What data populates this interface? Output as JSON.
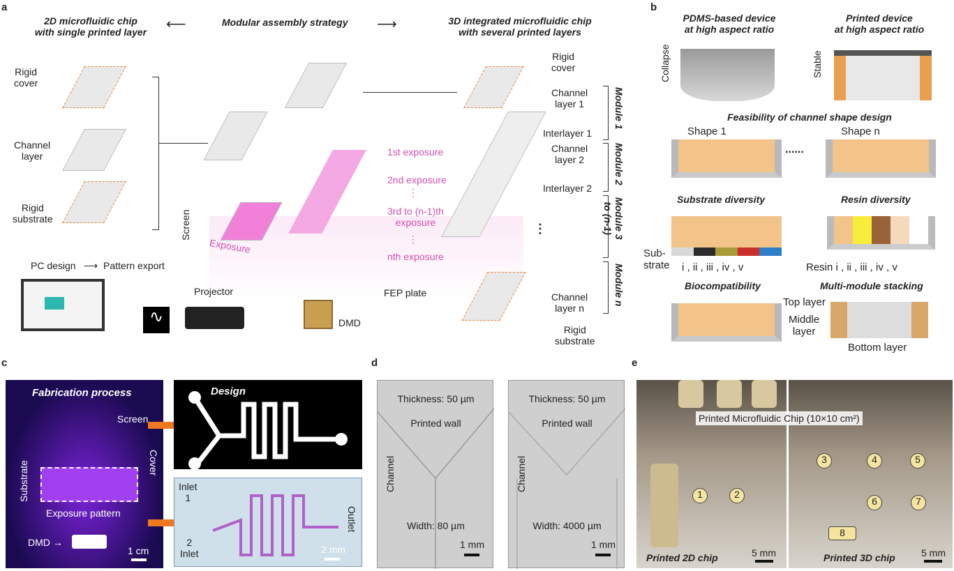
{
  "panels": {
    "a": "a",
    "b": "b",
    "c": "c",
    "d": "d",
    "e": "e"
  },
  "a": {
    "left_title": "2D microfluidic chip\nwith single printed layer",
    "center_title": "Modular assembly strategy",
    "right_title": "3D integrated microfluidic chip\nwith several printed layers",
    "rigid_cover": "Rigid\ncover",
    "channel_layer": "Channel\nlayer",
    "rigid_substrate": "Rigid\nsubstrate",
    "screen": "Screen",
    "exposure": "Exposure",
    "exp1": "1st exposure",
    "exp2": "2nd exposure",
    "exp3": "3rd to (n-1)th\nexposure",
    "expn": "nth exposure",
    "vdots": "⋮",
    "fep": "FEP plate",
    "pc": "PC design",
    "pattern": "Pattern export",
    "projector": "Projector",
    "dmd": "DMD",
    "r_cover": "Rigid\ncover",
    "ch1": "Channel\nlayer 1",
    "int1": "Interlayer 1",
    "ch2": "Channel\nlayer 2",
    "int2": "Interlayer 2",
    "chn": "Channel\nlayer n",
    "r_sub": "Rigid\nsubstrate",
    "mod1": "Module 1",
    "mod2": "Module 2",
    "mod3": "Module 3\nto (n-1)",
    "modn": "Module n"
  },
  "b": {
    "pdms": "PDMS-based device\nat high aspect ratio",
    "printed": "Printed device\nat high aspect ratio",
    "collapse": "Collapse",
    "stable": "Stable",
    "feas": "Feasibility of channel shape design",
    "shape1": "Shape 1",
    "shapen": "Shape n",
    "dots": "......",
    "subdiv": "Substrate diversity",
    "resdiv": "Resin diversity",
    "substrate": "Sub-\nstrate",
    "sub_items": "i  ,  ii  ,  iii  ,  iv  ,  v",
    "resin": "Resin  i  ,  ii  ,  iii  ,  iv  ,  v",
    "bio": "Biocompatibility",
    "multi": "Multi-module stacking",
    "top": "Top layer",
    "middle": "Middle\nlayer",
    "bottom": "Bottom layer",
    "substrate_colors": [
      "#d8d8d8",
      "#2b2b2b",
      "#a89a3a",
      "#c9302c",
      "#2f7fc8"
    ],
    "resin_colors": [
      "#f2c48a",
      "#f7ee3a",
      "#9a6238",
      "#f4d9bd",
      "#ffffff"
    ]
  },
  "c": {
    "fab": "Fabrication process",
    "screen": "Screen",
    "substrate": "Substrate",
    "cover": "Cover",
    "exposure_pattern": "Exposure pattern",
    "dmd": "DMD →",
    "scale1": "1 cm",
    "design": "Design",
    "inlet1": "Inlet\n1",
    "inlet2": "2\nInlet",
    "outlet": "Outlet",
    "scale2": "2 mm"
  },
  "d": {
    "left": {
      "thickness": "Thickness: 50 µm",
      "wall": "Printed wall",
      "channel": "Channel",
      "width": "Width: 80 µm",
      "scale": "1 mm"
    },
    "right": {
      "thickness": "Thickness: 50 µm",
      "wall": "Printed wall",
      "channel": "Channel",
      "width": "Width: 4000 µm",
      "scale": "1 mm"
    }
  },
  "e": {
    "title": "Printed Microfluidic Chip (10×10 cm²)",
    "chip2d": "Printed 2D chip",
    "chip3d": "Printed 3D chip",
    "scale_l": "5 mm",
    "scale_r": "5 mm",
    "labels": [
      "1",
      "2",
      "3",
      "4",
      "5",
      "6",
      "7",
      "8"
    ]
  }
}
